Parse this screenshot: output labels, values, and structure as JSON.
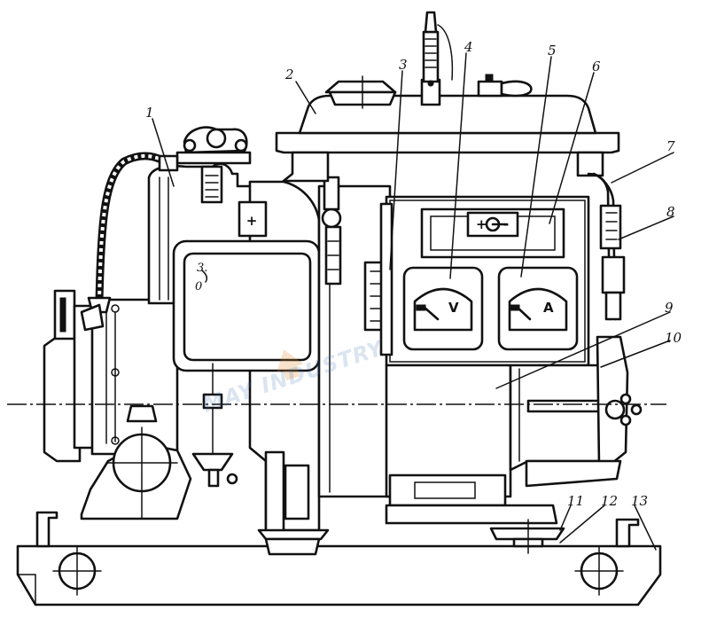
{
  "callouts": [
    "1",
    "2",
    "3",
    "4",
    "5",
    "6",
    "7",
    "8",
    "9",
    "10",
    "11",
    "12",
    "13"
  ],
  "gauges": {
    "voltmeter_letter": "V",
    "ammeter_letter": "A"
  },
  "plus_sign": "+",
  "panel_signs": {
    "plus": "+",
    "minus": "-"
  },
  "housing_mark": {
    "line1": "3.",
    "line2": "0"
  },
  "watermark_text": "MAY INDUSTRY"
}
